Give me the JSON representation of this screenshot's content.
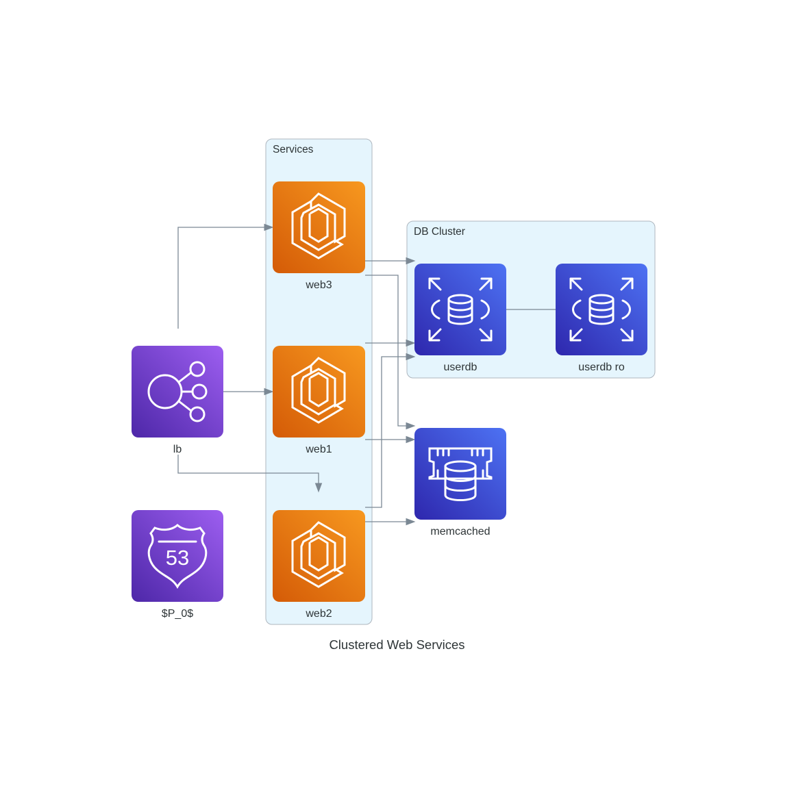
{
  "diagram": {
    "title": "Clustered Web Services",
    "clusters": {
      "services": "Services",
      "db_cluster": "DB Cluster"
    },
    "nodes": {
      "lb": {
        "label": "lb",
        "icon": "load-balancer-icon"
      },
      "dns": {
        "label": "$P_0$",
        "icon": "route53-shield-icon"
      },
      "web3": {
        "label": "web3",
        "icon": "ecs-container-icon"
      },
      "web1": {
        "label": "web1",
        "icon": "ecs-container-icon"
      },
      "web2": {
        "label": "web2",
        "icon": "ecs-container-icon"
      },
      "userdb": {
        "label": "userdb",
        "icon": "rds-database-icon"
      },
      "userdb_ro": {
        "label": "userdb ro",
        "icon": "rds-database-icon"
      },
      "memcached": {
        "label": "memcached",
        "icon": "elasticache-memory-icon"
      }
    },
    "colors": {
      "compute_orange_light": "#f7981f",
      "compute_orange_dark": "#d45b07",
      "database_blue_light": "#4d72f3",
      "database_blue_dark": "#2e27ad",
      "network_purple_light": "#9d5ef0",
      "network_purple_dark": "#4d27a8",
      "cluster_fill": "#e5f5fd",
      "edge": "#7b8894"
    }
  }
}
